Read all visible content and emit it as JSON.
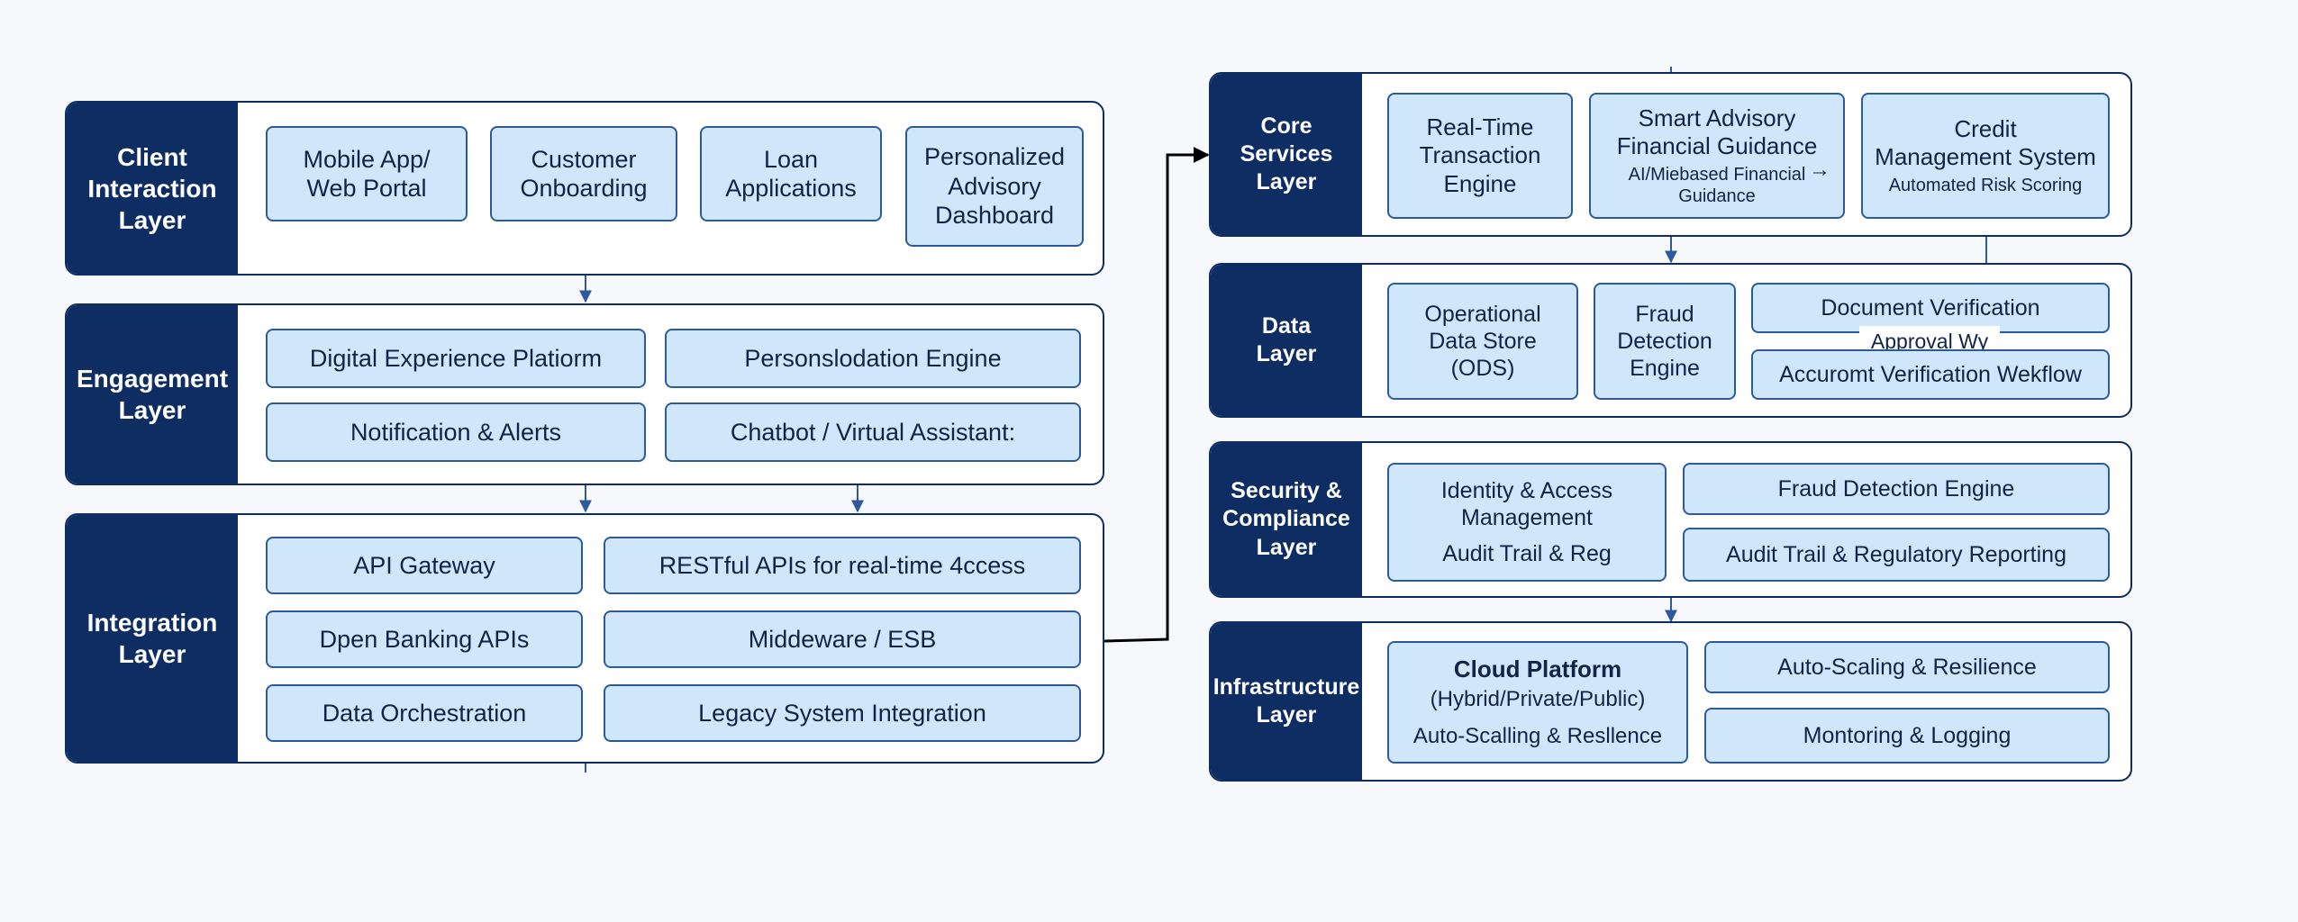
{
  "left_layers": {
    "client": {
      "label": "Client\nInteraction\nLayer",
      "boxes": [
        "Mobile App/\nWeb Portal",
        "Customer\nOnboarding",
        "Loan\nApplications",
        "Personalized\nAdvisory\nDashboard"
      ]
    },
    "engagement": {
      "label": "Engagement\nLayer",
      "boxes": [
        "Digital Experience Platiorm",
        "Personslodation Engine",
        "Notification & Alerts",
        "Chatbot / Virtual Assistant:"
      ]
    },
    "integration": {
      "label": "Integration\nLayer",
      "boxes": [
        "API Gateway",
        "RESTful APIs for real-time 4ccess",
        "Dpen Banking APIs",
        "Middeware / ESB",
        "Data Orchestration",
        "Legacy System Integration"
      ]
    }
  },
  "right_layers": {
    "core": {
      "label": "Core\nServices\nLayer",
      "boxes": [
        {
          "main": "Real-Time\nTransaction\nEngine"
        },
        {
          "main": "Smart  Advisory\nFinancial Guidance",
          "sub": "AI/Miebased Financial\nGuidance"
        },
        {
          "main": "Credit\nManagement System",
          "sub": "Automated Risk Scoring"
        }
      ]
    },
    "data": {
      "label": "Data\nLayer",
      "boxes": [
        {
          "main": "Operational\nData Store\n(ODS)"
        },
        {
          "main": "Fraud\nDetection\nEngine"
        },
        {
          "main": "Document Verification"
        },
        {
          "main": "Approval Wy"
        },
        {
          "main": "Accuromt Verification Wekflow"
        }
      ]
    },
    "security": {
      "label": "Security &\nCompliance\nLayer",
      "boxes": [
        {
          "main": "Identity & Access\nManagement",
          "sub": "Audit Trail & Reg"
        },
        {
          "main": "Fraud Detection Engine"
        },
        {
          "main": "Audit Trail & Regulatory Reporting"
        }
      ]
    },
    "infrastructure": {
      "label": "Infrastructure\nLayer",
      "boxes": [
        {
          "main": "Cloud Platform",
          "sub": "(Hybrid/Private/Public)",
          "sub2": "Auto-Scalling & Resllence"
        },
        {
          "main": "Auto-Scaling & Resilience"
        },
        {
          "main": "Montoring & Logging"
        }
      ]
    }
  },
  "colors": {
    "navy": "#0e2d63",
    "box_fill": "#cfe6fb",
    "box_border": "#2d5a9c",
    "connector": "#2d5a9c"
  }
}
